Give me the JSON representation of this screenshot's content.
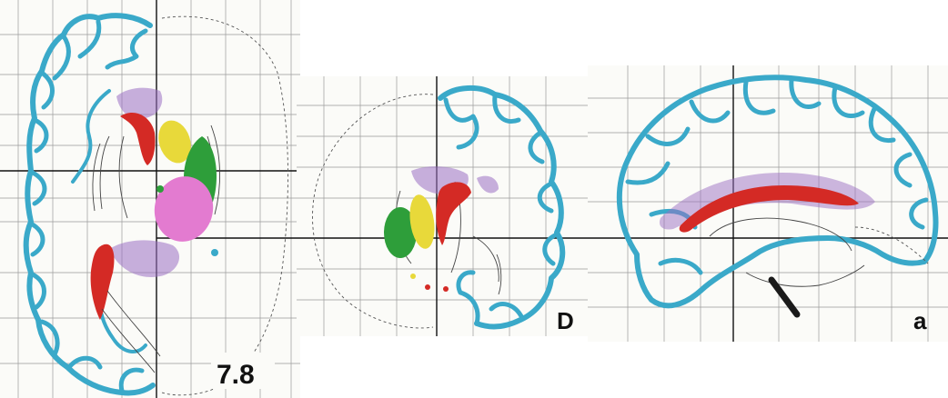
{
  "panels": {
    "axial": {
      "label": "7.8"
    },
    "coronal": {
      "label": "D"
    },
    "sagittal": {
      "label": "a"
    }
  },
  "colors": {
    "cortex": "#3aa9c9",
    "red": "#d42a25",
    "purple": "#9b6fc2",
    "yellow": "#e8d93a",
    "green": "#2e9e3a",
    "magenta": "#e37bd0",
    "dark": "#1a1a1a",
    "grid": "#9a9a9a"
  }
}
